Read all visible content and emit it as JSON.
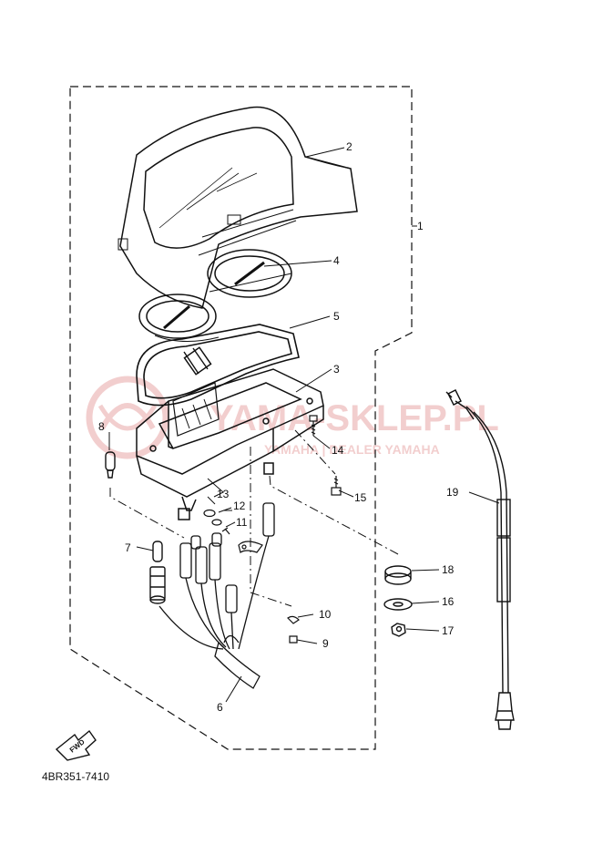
{
  "diagram_code": "4BR351-7410",
  "fwd_label": "FWD",
  "watermark": {
    "brand": "YAMA-SKLEP.PL",
    "tagline": "YAMAHA | DEALER YAMAHA"
  },
  "callouts": [
    {
      "id": "1",
      "label": "1"
    },
    {
      "id": "2",
      "label": "2"
    },
    {
      "id": "3",
      "label": "3"
    },
    {
      "id": "4",
      "label": "4"
    },
    {
      "id": "5",
      "label": "5"
    },
    {
      "id": "6",
      "label": "6"
    },
    {
      "id": "7",
      "label": "7"
    },
    {
      "id": "8",
      "label": "8"
    },
    {
      "id": "9",
      "label": "9"
    },
    {
      "id": "10",
      "label": "10"
    },
    {
      "id": "11",
      "label": "11"
    },
    {
      "id": "12",
      "label": "12"
    },
    {
      "id": "13",
      "label": "13"
    },
    {
      "id": "14",
      "label": "14"
    },
    {
      "id": "15",
      "label": "15"
    },
    {
      "id": "16",
      "label": "16"
    },
    {
      "id": "17",
      "label": "17"
    },
    {
      "id": "18",
      "label": "18"
    },
    {
      "id": "19",
      "label": "19"
    }
  ],
  "colors": {
    "line": "#111111",
    "watermark": "#e8a7a7"
  }
}
